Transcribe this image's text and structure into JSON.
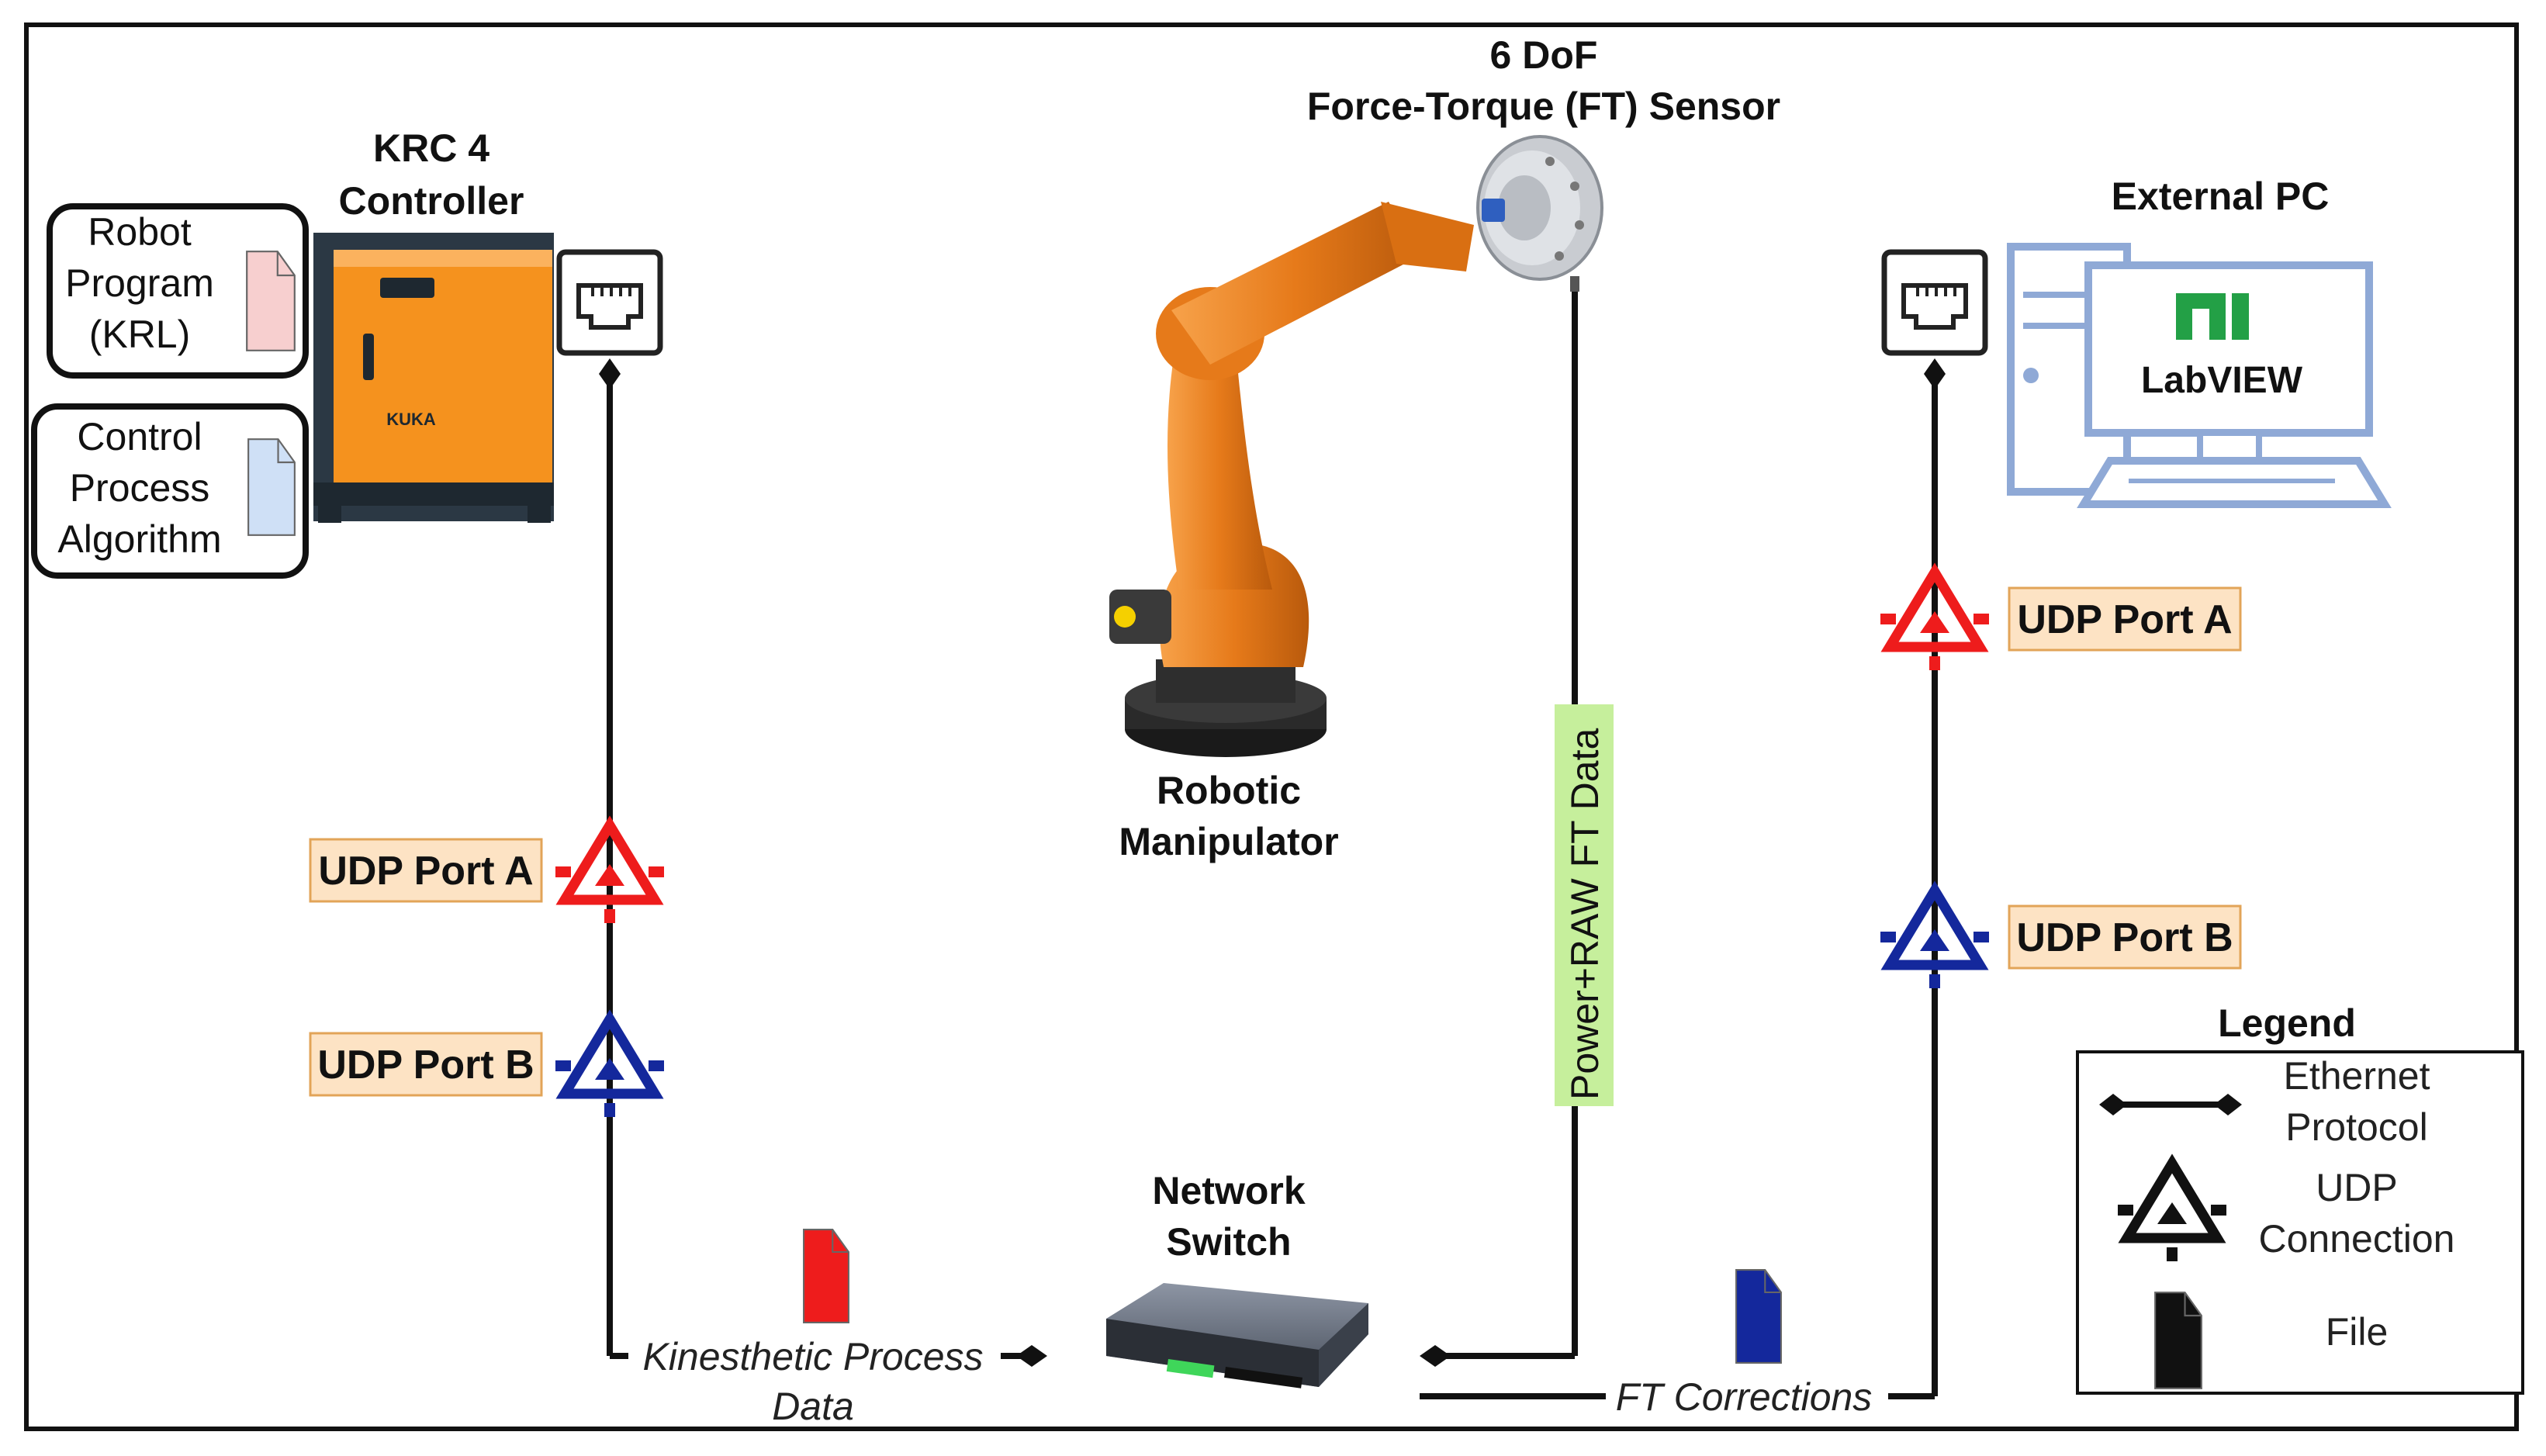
{
  "krc": {
    "title_line1": "KRC 4",
    "title_line2": "Controller",
    "brand": "KUKA"
  },
  "files": {
    "robot_program": [
      "Robot",
      "Program",
      "(KRL)"
    ],
    "control_process": [
      "Control",
      "Process",
      "Algorithm"
    ]
  },
  "sensor": {
    "title_line1": "6 DoF",
    "title_line2": "Force-Torque (FT) Sensor"
  },
  "robot": {
    "label_line1": "Robotic",
    "label_line2": "Manipulator"
  },
  "external_pc": {
    "title": "External PC",
    "software": "LabVIEW"
  },
  "udp_ports": {
    "left_a": "UDP Port A",
    "left_b": "UDP Port B",
    "right_a": "UDP Port A",
    "right_b": "UDP Port B"
  },
  "network_switch": {
    "label_line1": "Network",
    "label_line2": "Switch"
  },
  "links": {
    "power_raw": "Power+RAW FT Data",
    "kinesthetic_line1": "Kinesthetic Process",
    "kinesthetic_line2": "Data",
    "ft_corrections": "FT Corrections"
  },
  "legend": {
    "title": "Legend",
    "ethernet": [
      "Ethernet",
      "Protocol"
    ],
    "udp": [
      "UDP",
      "Connection"
    ],
    "file": "File"
  },
  "colors": {
    "port_a": "#ee1c1c",
    "port_b": "#14289c",
    "udp_label_bg": "#fde3c4",
    "udp_label_border": "#e2a458",
    "power_bg": "#c6ef9c",
    "kuka_orange": "#f5921e",
    "pc_outline": "#8fa9d6",
    "labview_green": "#23a046"
  }
}
